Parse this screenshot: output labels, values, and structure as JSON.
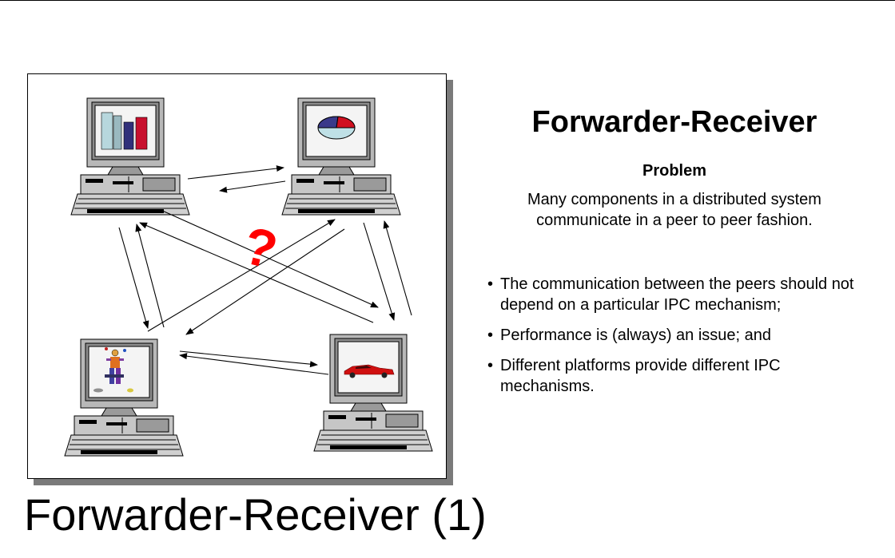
{
  "slide": {
    "title": "Forwarder-Receiver (1)"
  },
  "text_panel": {
    "heading": "Forwarder-Receiver",
    "problem_label": "Problem",
    "problem_text": "Many components in a distributed system communicate in a peer to peer fashion.",
    "bullets": [
      "The communication between the peers should not depend on a particular IPC mechanism;",
      "Performance is (always) an issue; and",
      "Different platforms provide different IPC mechanisms."
    ]
  },
  "diagram": {
    "question_mark": "?",
    "question_color": "#ff0000",
    "computers": [
      {
        "id": "top-left",
        "screen_content": "bar-chart-icon"
      },
      {
        "id": "top-right",
        "screen_content": "pie-chart-icon"
      },
      {
        "id": "bottom-left",
        "screen_content": "juggling-figure-icon"
      },
      {
        "id": "bottom-right",
        "screen_content": "red-car-icon"
      }
    ]
  }
}
